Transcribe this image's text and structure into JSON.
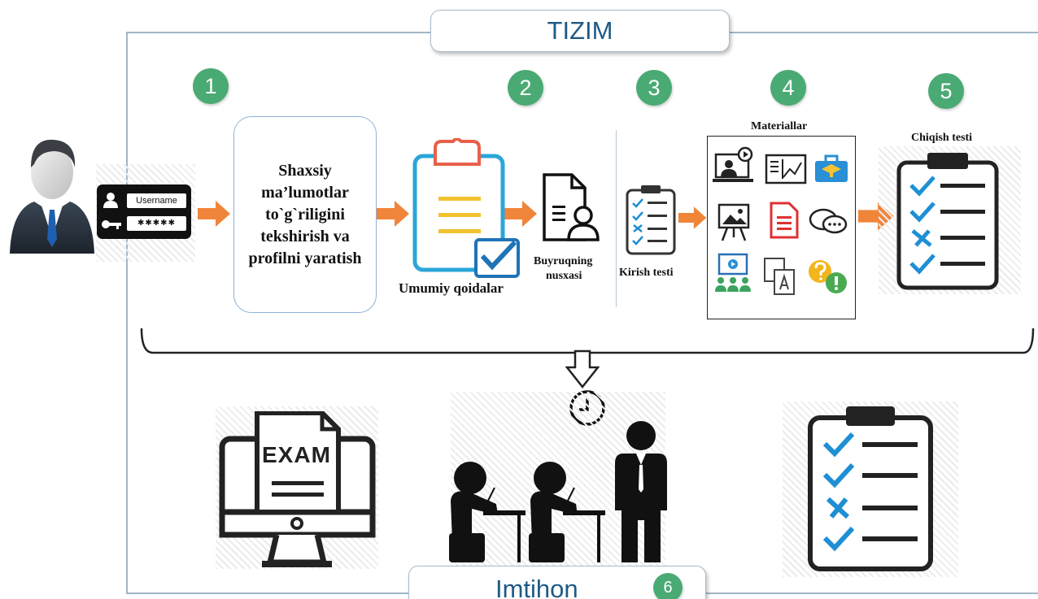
{
  "diagram": {
    "system_title": "TIZIM",
    "exam_title": "Imtihon",
    "exam_step": "6",
    "steps": [
      "1",
      "2",
      "3",
      "4",
      "5"
    ],
    "shaxsiy_text": "Shaxsiy ma’lumotlar to`g`riligini tekshirish va profilni yaratish",
    "login": {
      "username": "Username",
      "password": "✱✱✱✱✱"
    },
    "labels": {
      "umumiy": "Umumiy qoidalar",
      "buyruqning": "Buyruqning",
      "nusxasi": "nusxasi",
      "kirish": "Kirish testi",
      "materiallar": "Materiallar",
      "chiqish": "Chiqish testi",
      "exam_screen": "EXAM"
    },
    "colors": {
      "step_green": "#4aaa73",
      "arrow_orange": "#f0853a",
      "title_blue": "#1f5a86",
      "check_blue": "#1e8fd4"
    }
  }
}
